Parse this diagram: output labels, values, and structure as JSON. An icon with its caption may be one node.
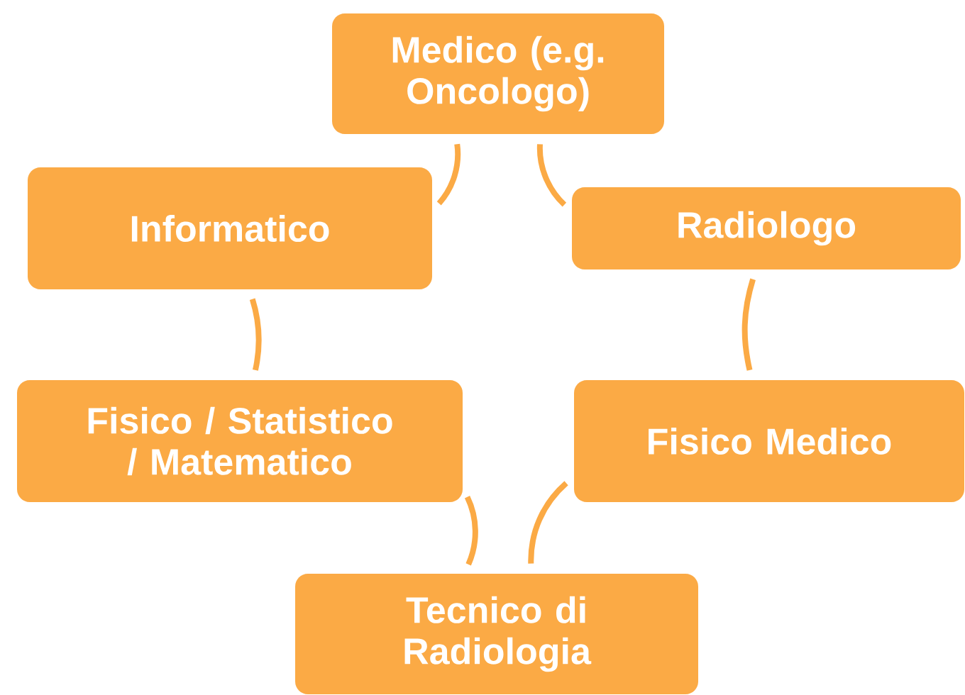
{
  "diagram": {
    "nodes": [
      {
        "text": [
          "Medico (e.g. Oncologo)"
        ]
      },
      {
        "text": [
          "Informatico"
        ]
      },
      {
        "text": [
          "Radiologo"
        ]
      },
      {
        "text": [
          "Fisico / Statistico / Matematico"
        ]
      },
      {
        "text": [
          "Fisico Medico"
        ]
      },
      {
        "text": [
          "Tecnico di Radiologia"
        ]
      }
    ],
    "edges": [
      {
        "from": 0,
        "to": 2,
        "arrow": "none"
      },
      {
        "from": 2,
        "to": 4,
        "arrow": "none"
      },
      {
        "from": 4,
        "to": 5,
        "arrow": "none"
      },
      {
        "from": 5,
        "to": 3,
        "arrow": "none"
      },
      {
        "from": 3,
        "to": 1,
        "arrow": "none"
      },
      {
        "from": 1,
        "to": 0,
        "arrow": "none"
      }
    ]
  }
}
